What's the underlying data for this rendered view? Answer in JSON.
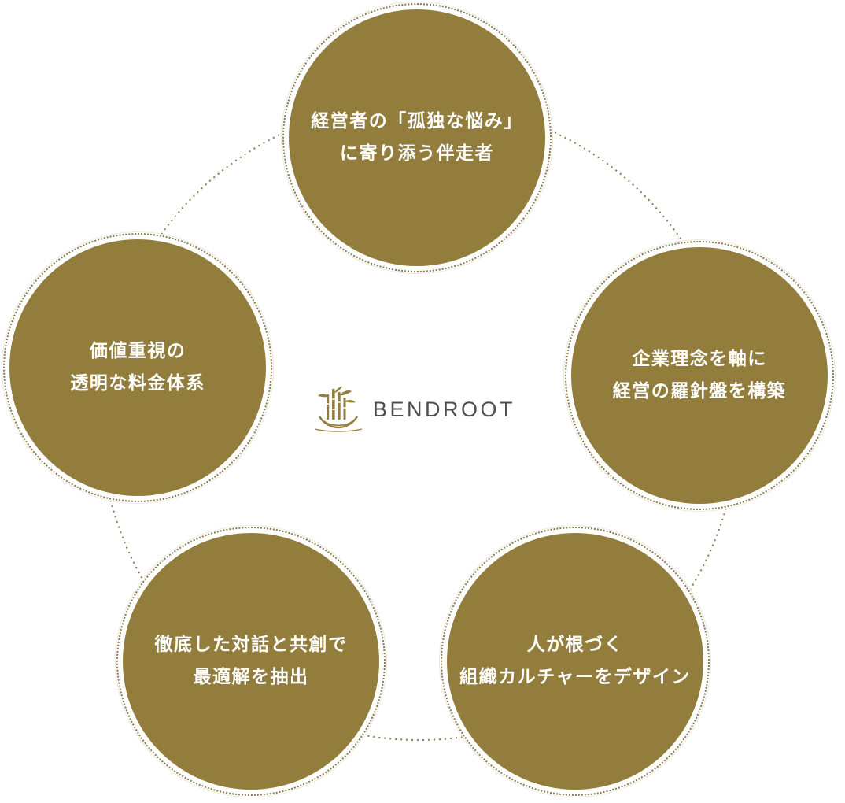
{
  "brand": {
    "name": "BENDROOT",
    "accent_color": "#927d3d",
    "logo_icon": "bamboo-logo-icon"
  },
  "values": [
    {
      "line1": "経営者の「孤独な悩み」",
      "line2": "に寄り添う伴走者"
    },
    {
      "line1": "企業理念を軸に",
      "line2": "経営の羅針盤を構築"
    },
    {
      "line1": "人が根づく",
      "line2": "組織カルチャーをデザイン"
    },
    {
      "line1": "徹底した対話と共創で",
      "line2": "最適解を抽出"
    },
    {
      "line1": "価値重視の",
      "line2": "透明な料金体系"
    }
  ]
}
